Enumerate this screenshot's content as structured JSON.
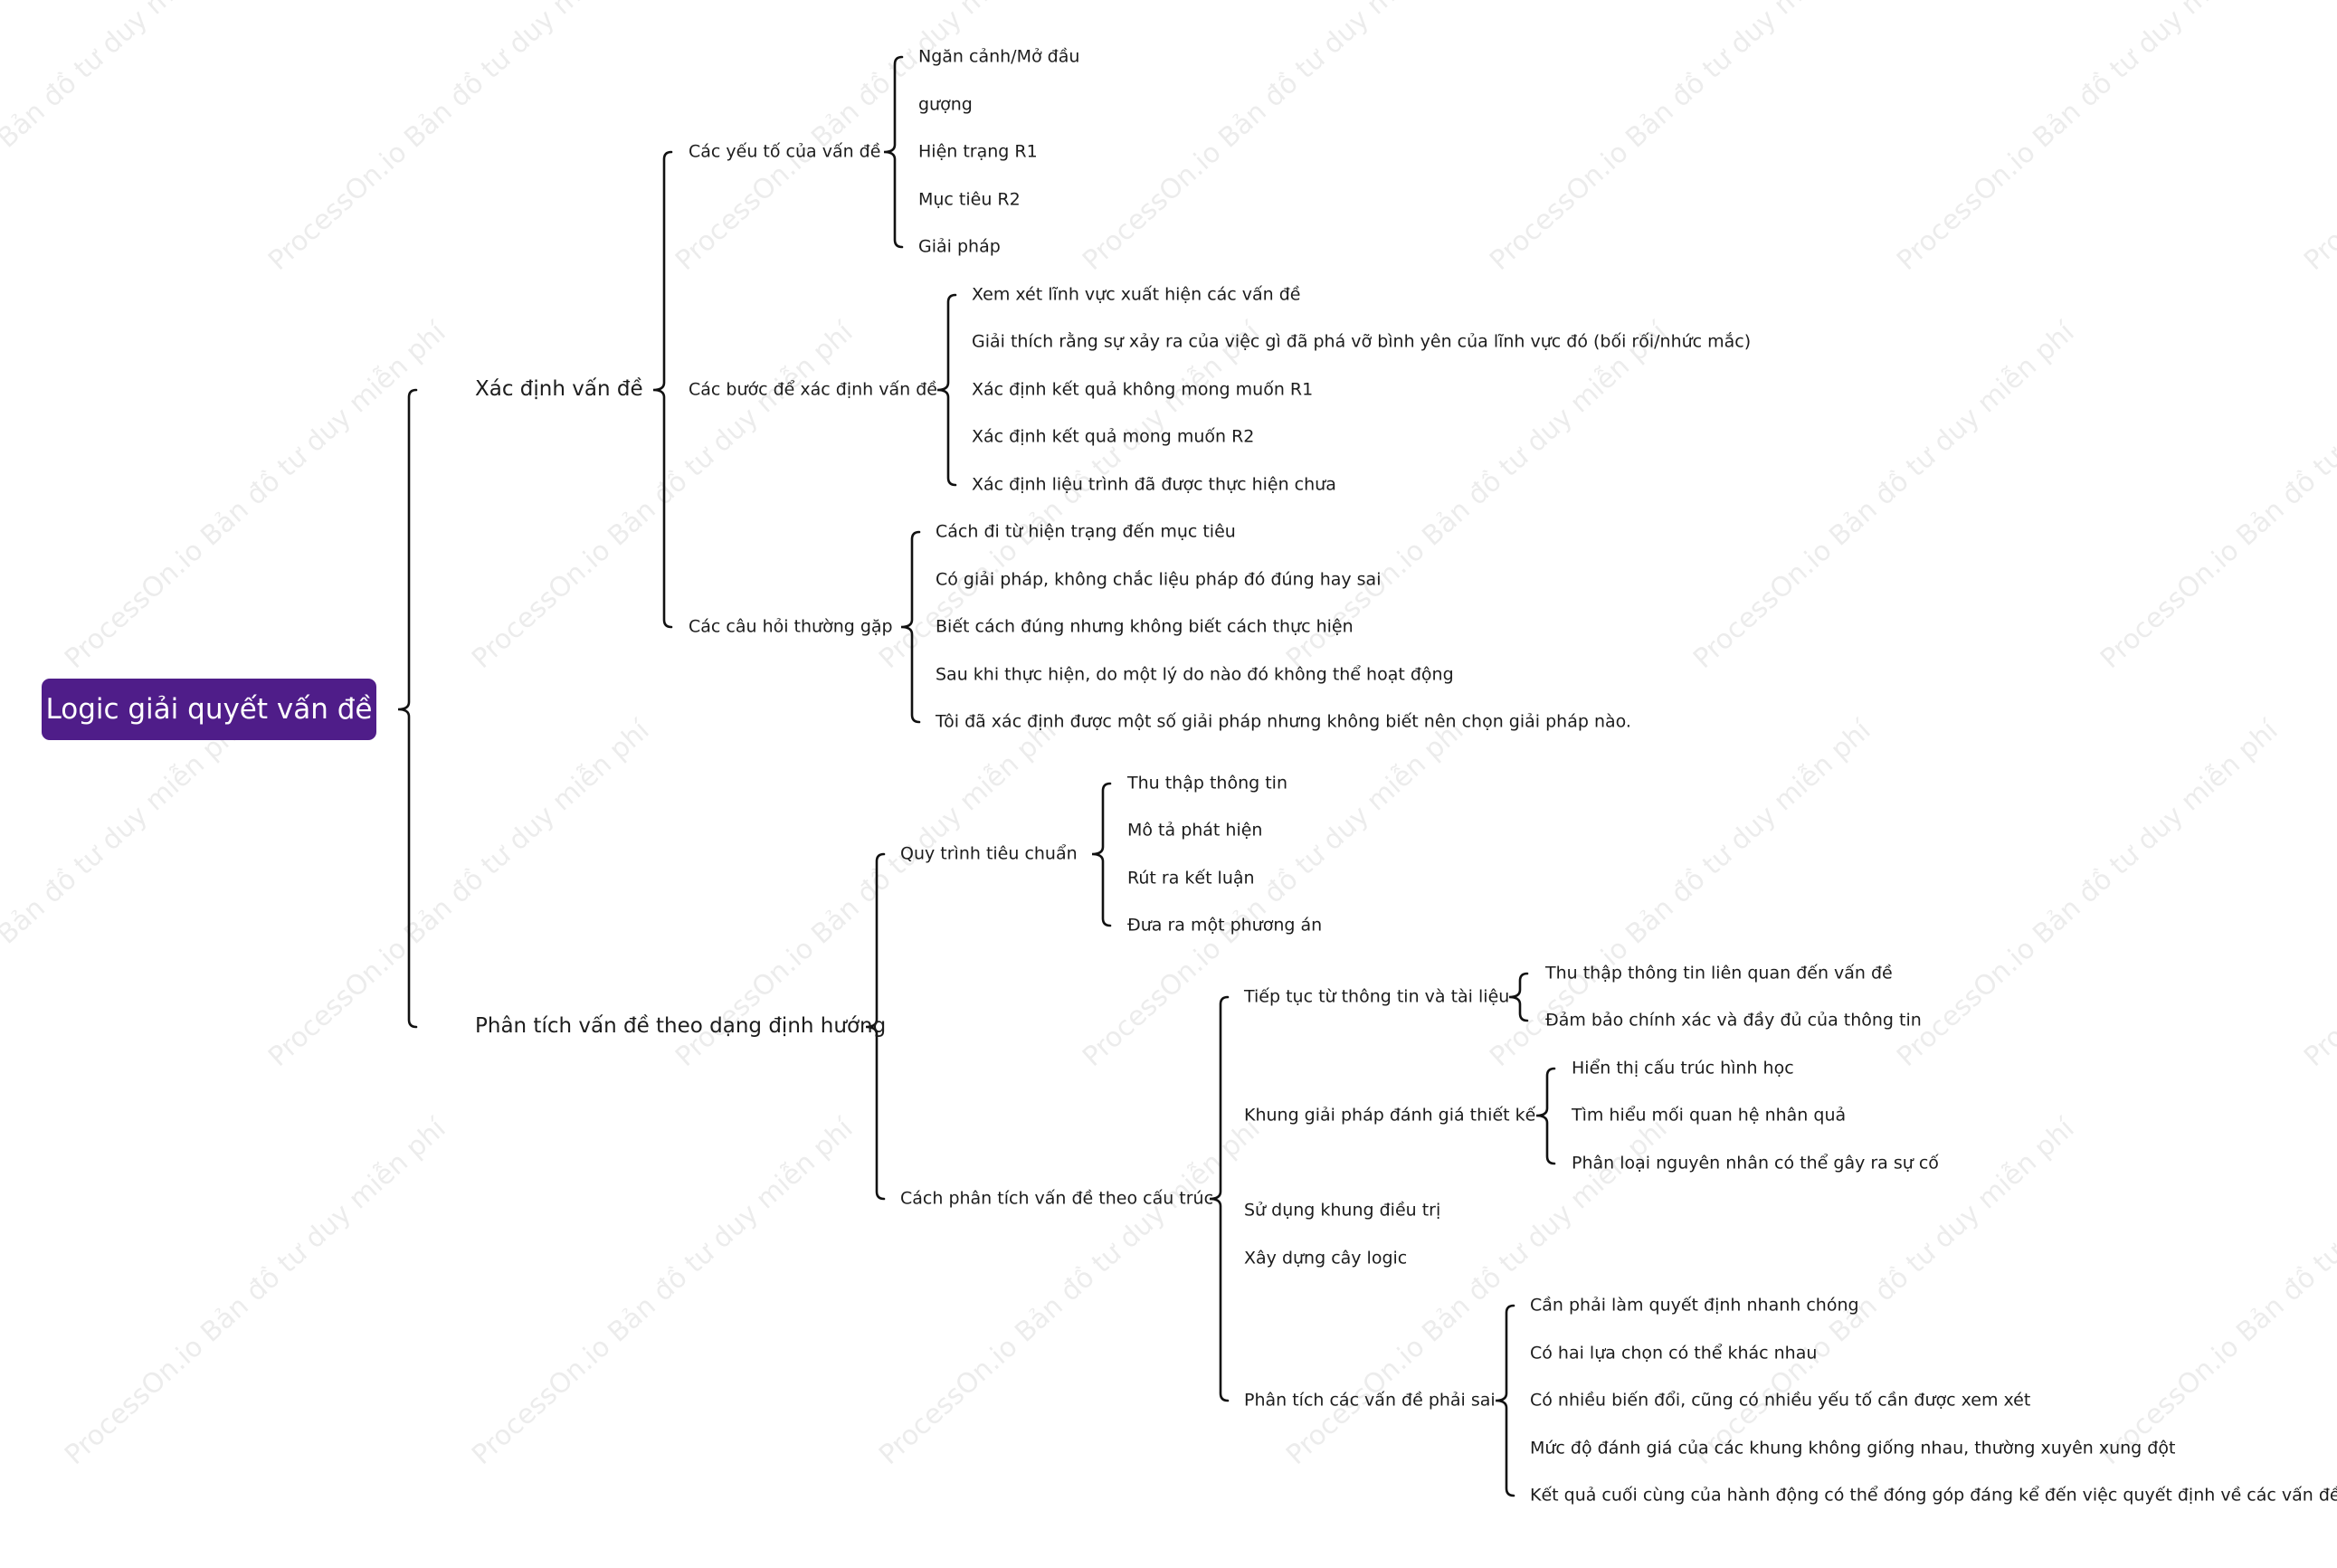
{
  "watermark": "ProcessOn.io Bản đồ tư duy miễn phí",
  "colors": {
    "root_bg": "#4f1d89",
    "root_text": "#ffffff",
    "line": "#111111",
    "text": "#1c1c1c"
  },
  "root": {
    "label": "Logic giải quyết vấn đề"
  },
  "branches": [
    {
      "label": "Xác định vấn đề",
      "children": [
        {
          "label": "Các yếu tố của vấn đề",
          "children": [
            {
              "label": "Ngăn cảnh/Mở đầu"
            },
            {
              "label": "gượng"
            },
            {
              "label": "Hiện trạng R1"
            },
            {
              "label": "Mục tiêu R2"
            },
            {
              "label": "Giải pháp"
            }
          ]
        },
        {
          "label": "Các bước để xác định vấn đề",
          "children": [
            {
              "label": "Xem xét lĩnh vực xuất hiện các vấn đề"
            },
            {
              "label": "Giải thích rằng sự xảy ra của việc gì đã phá vỡ bình yên của lĩnh vực đó (bối rối/nhức mắc)"
            },
            {
              "label": "Xác định kết quả không mong muốn R1"
            },
            {
              "label": "Xác định kết quả mong muốn R2"
            },
            {
              "label": "Xác định liệu trình đã được thực hiện chưa"
            }
          ]
        },
        {
          "label": "Các câu hỏi thường gặp",
          "children": [
            {
              "label": "Cách đi từ hiện trạng đến mục tiêu"
            },
            {
              "label": "Có giải pháp, không chắc liệu pháp đó đúng hay sai"
            },
            {
              "label": "Biết cách đúng nhưng không biết cách thực hiện"
            },
            {
              "label": "Sau khi thực hiện, do một lý do nào đó không thể hoạt động"
            },
            {
              "label": "Tôi đã xác định được một số giải pháp nhưng không biết nên chọn giải pháp nào."
            }
          ]
        }
      ]
    },
    {
      "label": "Phân tích vấn đề theo dạng định hướng",
      "children": [
        {
          "label": "Quy trình tiêu chuẩn",
          "children": [
            {
              "label": "Thu thập thông tin"
            },
            {
              "label": "Mô tả phát hiện"
            },
            {
              "label": "Rút ra kết luận"
            },
            {
              "label": "Đưa ra một phương án"
            }
          ]
        },
        {
          "label": "Cách phân tích vấn đề theo cấu trúc",
          "children": [
            {
              "label": "Tiếp tục từ thông tin và tài liệu",
              "children": [
                {
                  "label": "Thu thập thông tin liên quan đến vấn đề"
                },
                {
                  "label": "Đảm bảo chính xác và đầy đủ của thông tin"
                }
              ]
            },
            {
              "label": "Khung giải pháp đánh giá thiết kế",
              "children": [
                {
                  "label": "Hiển thị cấu trúc hình học"
                },
                {
                  "label": "Tìm hiểu mối quan hệ nhân quả"
                },
                {
                  "label": "Phân loại nguyên nhân có thể gây ra sự cố"
                }
              ]
            },
            {
              "label": "Sử dụng khung điều trị"
            },
            {
              "label": "Xây dựng cây logic"
            },
            {
              "label": "Phân tích các vấn đề phải sai",
              "children": [
                {
                  "label": "Cần phải làm quyết định nhanh chóng"
                },
                {
                  "label": "Có hai lựa chọn có thể khác nhau"
                },
                {
                  "label": "Có nhiều biến đổi, cũng có nhiều yếu tố cần được xem xét"
                },
                {
                  "label": "Mức độ đánh giá của các khung không giống nhau, thường xuyên xung đột"
                },
                {
                  "label": "Kết quả cuối cùng của hành động có thể đóng góp đáng kể đến việc quyết định về các vấn đề khác"
                }
              ]
            }
          ]
        }
      ]
    }
  ]
}
